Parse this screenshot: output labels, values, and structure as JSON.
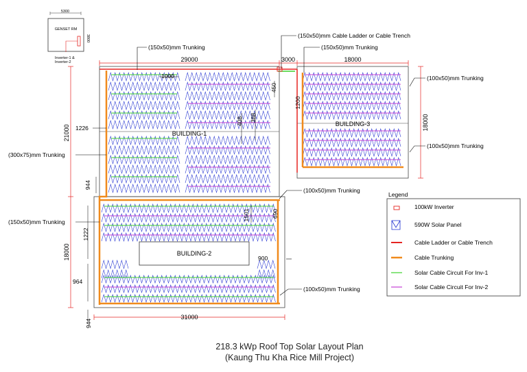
{
  "genset": {
    "label": "GENSET RM",
    "width_dim": "5300",
    "height_dim": "3800",
    "inverter_note_1": "Inverter-1 &",
    "inverter_note_2": "Inverter-2"
  },
  "buildings": {
    "b1": "BUILDING-1",
    "b2": "BUILDING-2",
    "b3": "BUILDING-3"
  },
  "dimensions": {
    "b1_width": "29000",
    "gap_width": "3000",
    "b3_width": "18000",
    "b1_height": "21000",
    "b3_height": "18000",
    "b2_height": "18000",
    "b2_width": "31000",
    "row_spacing": "1000",
    "edge_450": "450",
    "b3_edge": "1200",
    "b1_left": "1226",
    "b1_bottom": "944",
    "b2_bottom": "944",
    "b2_left_a": "1222",
    "b2_left_b": "964",
    "b1_mid_a": "408",
    "b1_mid_b": "388",
    "b2_gap": "1501",
    "b2_edge": "690",
    "b2_right": "900"
  },
  "callouts": {
    "top_trunk": "(150x50)mm Trunking",
    "ladder": "(150x50)mm Cable Ladder or Cable Trench",
    "b3_top_trunk": "(150x50)mm Trunking",
    "b3_right_1": "(100x50)mm Trunking",
    "b3_right_2": "(100x50)mm Trunking",
    "left_300": "(300x75)mm Trunking",
    "b2_top_right": "(100x50)mm Trunking",
    "b2_left": "(150x50)mm Trunking",
    "b2_bottom_right": "(100x50)mm Trunking"
  },
  "legend": {
    "title": "Legend",
    "items": [
      {
        "label": "100kW Inverter",
        "symbol": "inverter",
        "color": "#e52421"
      },
      {
        "label": "590W Solar Panel",
        "symbol": "panel",
        "color": "#1f2fd0"
      },
      {
        "label": "Cable Ladder or Cable Trench",
        "symbol": "line",
        "color": "#e52421"
      },
      {
        "label": "Cable Trunking",
        "symbol": "line",
        "color": "#f08a1c"
      },
      {
        "label": "Solar Cable Circuit For Inv-1",
        "symbol": "line",
        "color": "#3cd22b"
      },
      {
        "label": "Solar Cable Circuit For Inv-2",
        "symbol": "line",
        "color": "#c43fd6"
      }
    ]
  },
  "title": {
    "line1": "218.3 kWp Roof Top Solar Layout Plan",
    "line2": "(Kaung Thu Kha Rice Mill Project)"
  },
  "colors": {
    "panel": "#1f2fd0",
    "trunking": "#f08a1c",
    "ladder": "#e52421",
    "inv1": "#3cd22b",
    "inv2": "#c43fd6",
    "dimension": "#e52421"
  }
}
